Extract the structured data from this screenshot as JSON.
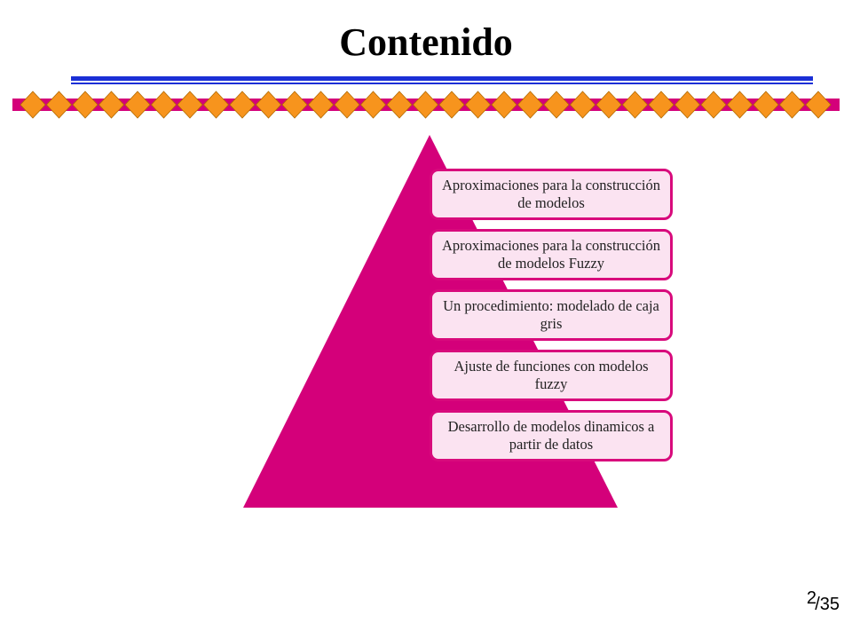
{
  "slide": {
    "title": "Contenido",
    "page_number": "2",
    "page_total": "/35"
  },
  "pyramid": {
    "items": [
      "Aproximaciones  para la construcción de modelos",
      "Aproximaciones  para la construcción de modelos Fuzzy",
      "Un procedimiento: modelado de caja gris",
      "Ajuste de funciones con modelos fuzzy",
      "Desarrollo de modelos dinamicos a partir de datos"
    ]
  },
  "colors": {
    "accent": "#d4007a",
    "box_fill": "#fbe3f1",
    "diamond_fill": "#f7941d",
    "rule_blue": "#1a2fd6"
  }
}
